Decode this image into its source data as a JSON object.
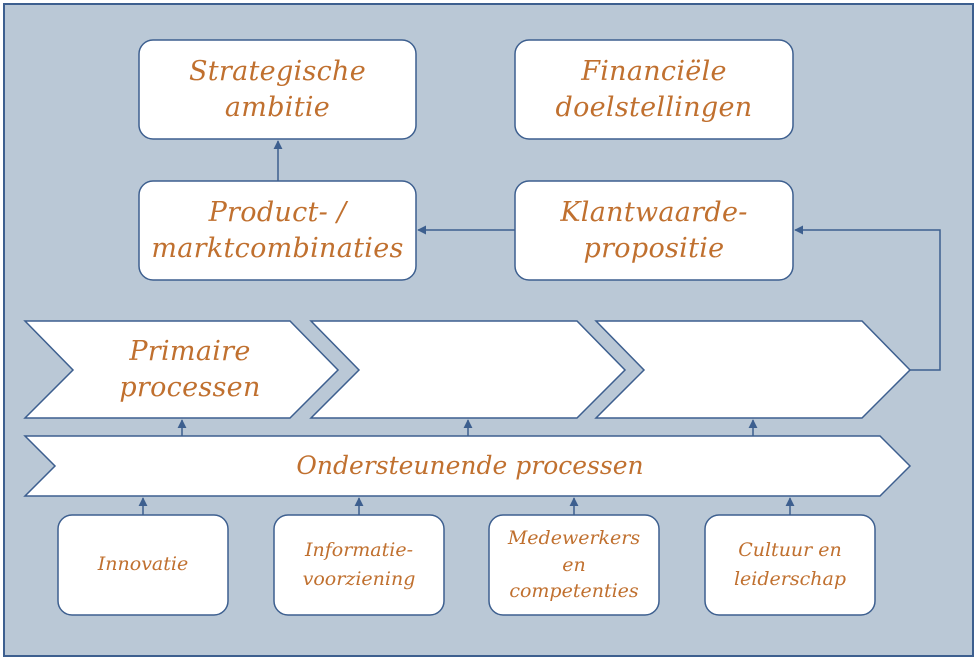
{
  "colors": {
    "background": "#bac8d6",
    "border": "#3d5f8f",
    "box_fill": "#ffffff",
    "text": "#c0702f"
  },
  "top_boxes": {
    "strategic": "Strategische\nambitie",
    "financial": "Financiële\ndoelstellingen"
  },
  "middle_boxes": {
    "product": "Product- /\nmarktcombinaties",
    "customer": "Klantwaarde-\npropositie"
  },
  "chevrons": {
    "primary": "Primaire\nprocessen",
    "second": "",
    "third": ""
  },
  "support_bar": "Ondersteunende processen",
  "bottom_boxes": [
    "Innovatie",
    "Informatie-\nvoorziening",
    "Medewerkers\nen\ncompetenties",
    "Cultuur en\nleiderschap"
  ]
}
